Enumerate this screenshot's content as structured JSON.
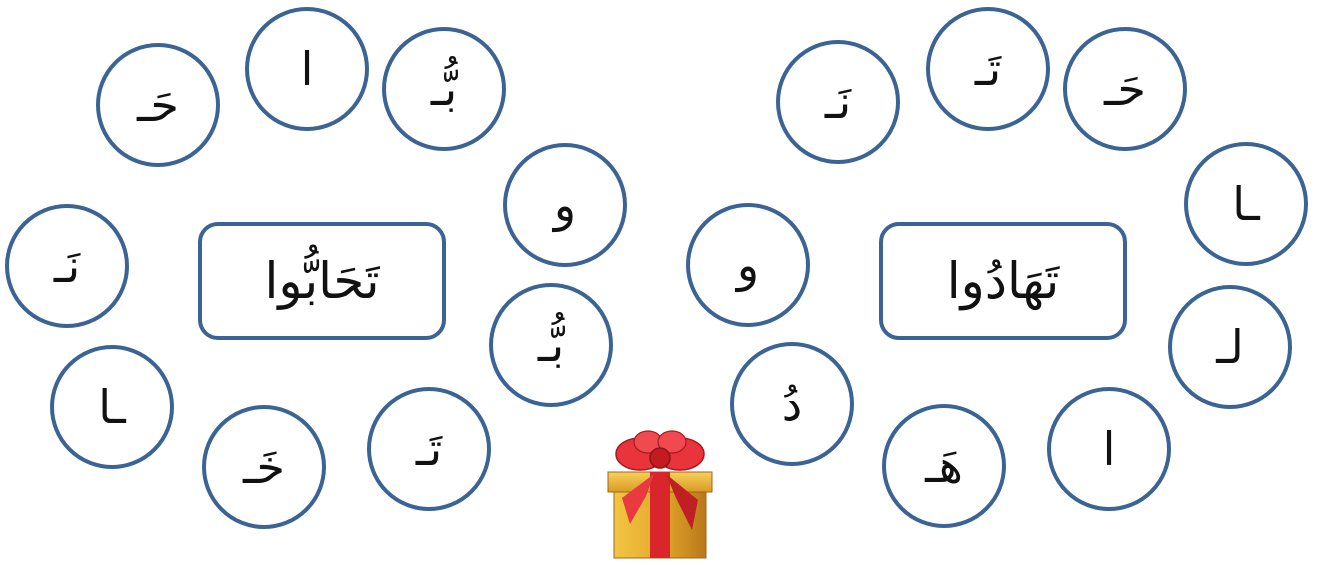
{
  "left_group": {
    "word": "تَحَابُّوا",
    "letters": [
      "حَـ",
      "ا",
      "بُّـ",
      "و",
      "نَـ",
      "بُّـ",
      "ـا",
      "خَـ",
      "تَـ"
    ]
  },
  "right_group": {
    "word": "تَهَادُوا",
    "letters": [
      "نَـ",
      "تَـ",
      "حَـ",
      "و",
      "ـا",
      "لـ",
      "دُ",
      "ا",
      "هَـ"
    ]
  },
  "gift": {
    "icon": "gift-box-icon",
    "colors": {
      "box": "#e5a92a",
      "ribbon": "#d9262b"
    }
  },
  "colors": {
    "circle_border": "#3b6494",
    "text": "#111111",
    "background": "#ffffff"
  }
}
